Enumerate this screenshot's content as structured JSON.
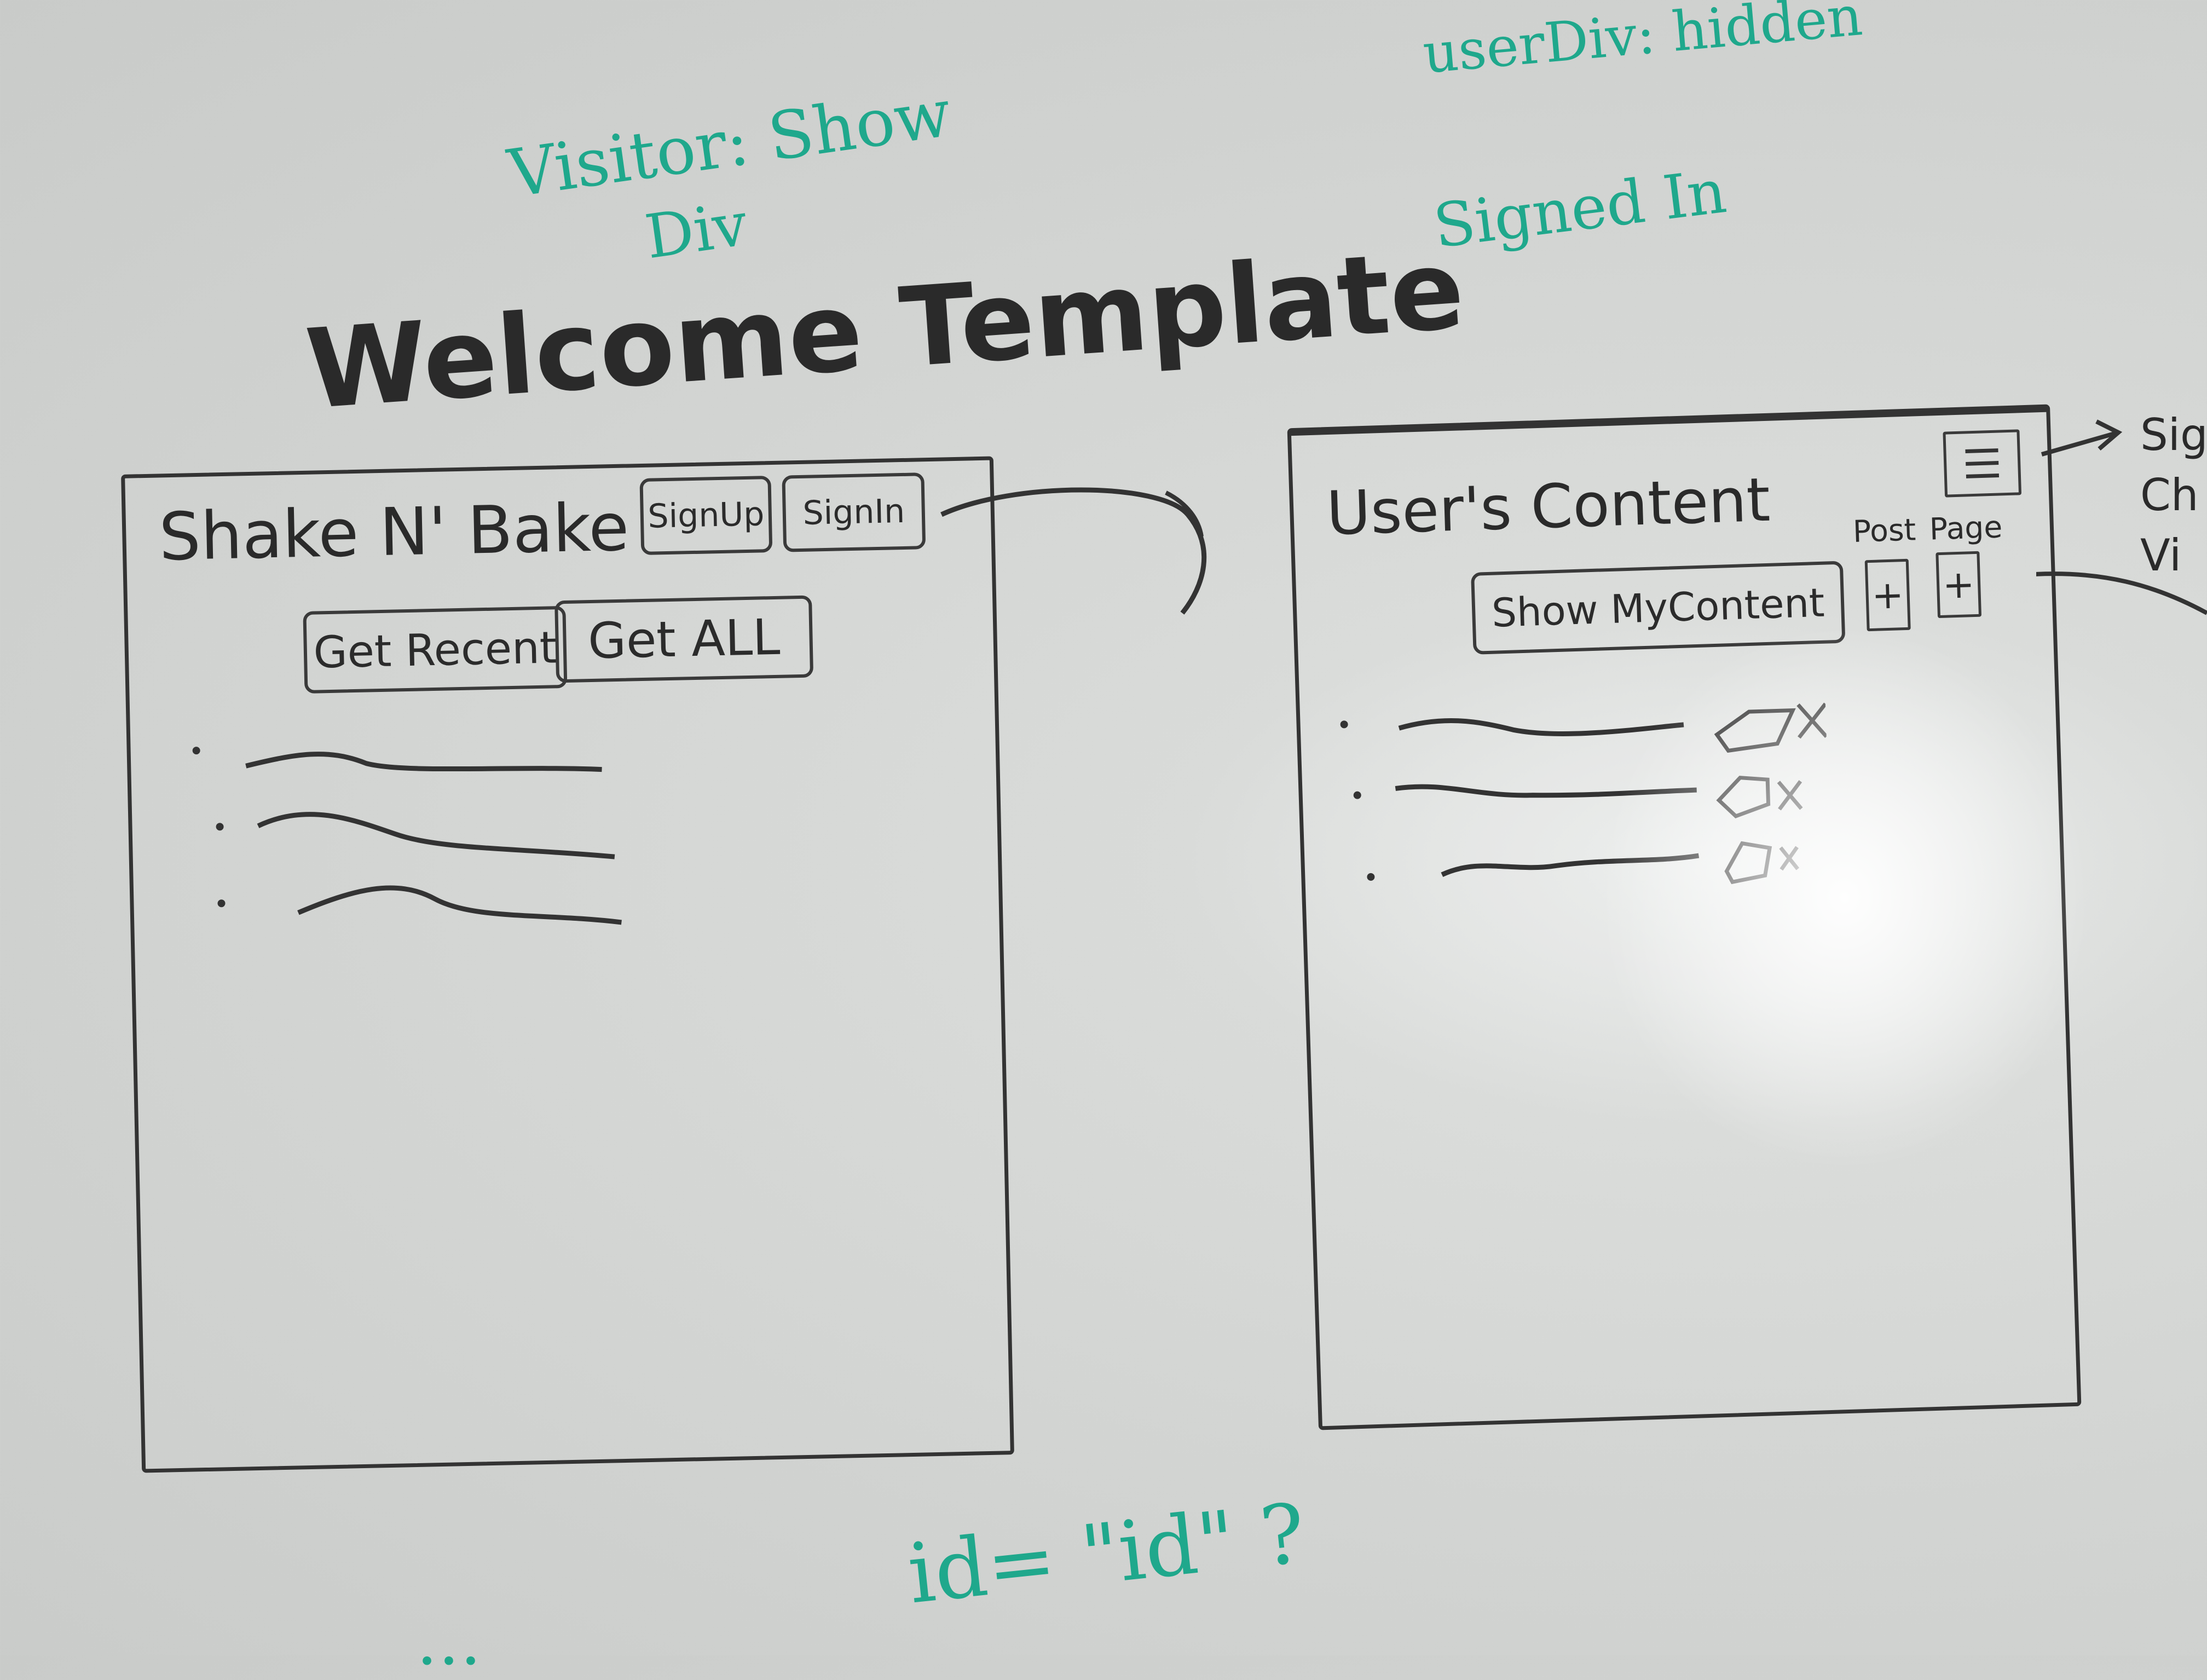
{
  "annotations": {
    "visitor_line1": "Visitor: Show",
    "visitor_line2": "Div",
    "userdiv": "userDiv: hidden",
    "signed_in": "Signed In",
    "id_note": "id= \"id\" ?",
    "bottom_fragment": "…"
  },
  "left_frame": {
    "heading": "Welcome Template",
    "title": "Shake N' Bake",
    "signup_label": "SignUp",
    "signin_label": "SignIn",
    "get_recent_label": "Get Recent",
    "get_all_label": "Get ALL"
  },
  "right_frame": {
    "title": "User's Content",
    "show_my_content_label": "Show MyContent",
    "post_label": "Post",
    "page_label": "Page",
    "post_button_label": "+",
    "page_button_label": "+",
    "menu_icon": "hamburger-icon",
    "side_note_lines": [
      "Sig",
      "Ch",
      "Vi"
    ]
  },
  "colors": {
    "teal_marker": "#1fa88c",
    "black_marker": "#2a2a2a",
    "whiteboard": "#d5d7d5"
  }
}
